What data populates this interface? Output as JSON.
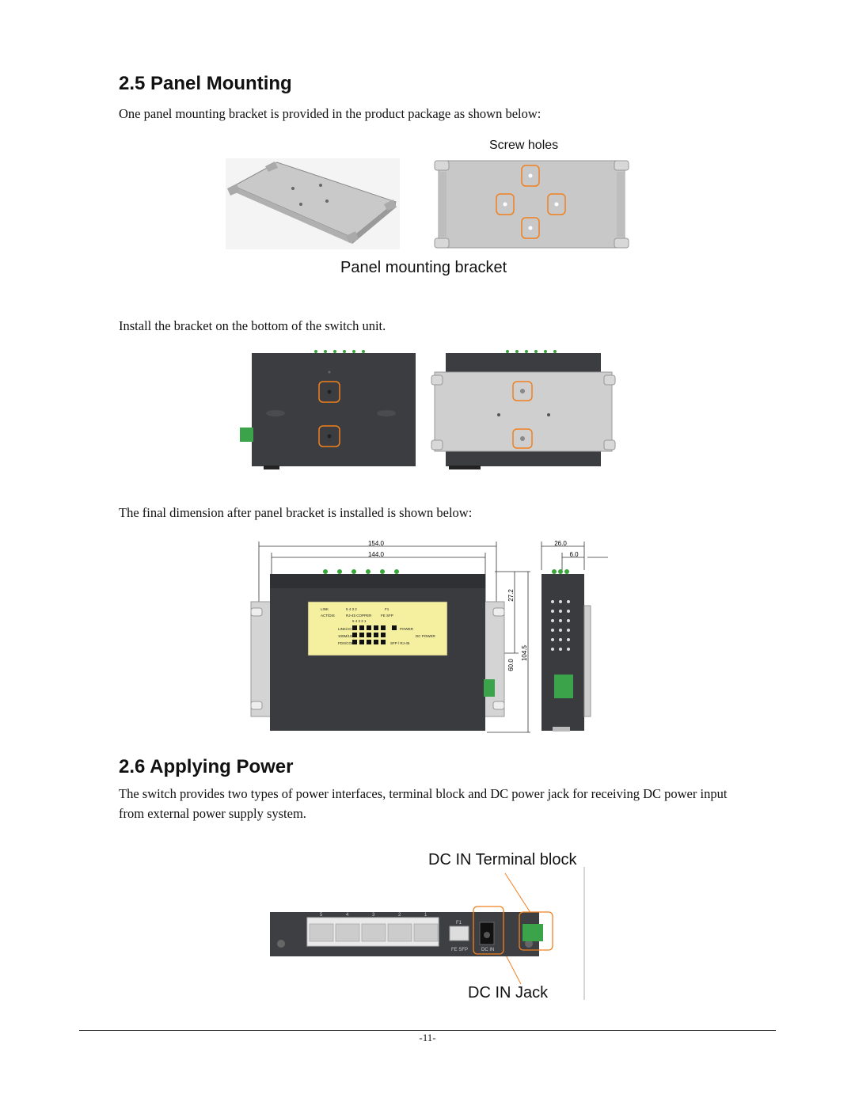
{
  "section_25": {
    "heading": "2.5 Panel Mounting",
    "intro": "One panel mounting bracket is provided in the product package as shown below:",
    "figure1": {
      "label_screw_holes": "Screw holes",
      "caption": "Panel mounting bracket"
    },
    "install_text": "Install the bracket on the bottom of the switch unit.",
    "final_dim_text": "The final dimension after panel bracket is installed is shown below:",
    "dims": {
      "d1": "154.0",
      "d2": "144.0",
      "d3": "26.0",
      "d4": "6.0",
      "d5": "27.2",
      "d6": "60.0",
      "d7": "104.5"
    },
    "front_label": {
      "link": "LINK",
      "act": "ACT/DIS",
      "ports_top": "5  4  3  2",
      "f1": "F1",
      "rj45": "RJ-45 COPPER",
      "fesfp": "FE SFP",
      "ports_nums": "5  4  3  2  1",
      "link_act": "LINK/ACT",
      "power": "POWER",
      "speed": "100M/10M",
      "fdx": "FDX/COL",
      "sfp_rj45": "SFP / RJ-45",
      "dc_power": "DC POWER"
    }
  },
  "section_26": {
    "heading": "2.6 Applying Power",
    "body": "The switch provides two types of power interfaces, terminal block and DC power jack for receiving DC power input from external power supply system.",
    "figure": {
      "label_terminal": "DC IN Terminal block",
      "label_jack": "DC IN Jack",
      "port_numbers": [
        "5",
        "4",
        "3",
        "2",
        "1"
      ],
      "f1": "F1",
      "fe_sfp": "FE SFP",
      "dc_in": "DC IN"
    }
  },
  "footer": {
    "page_number": "-11-"
  }
}
